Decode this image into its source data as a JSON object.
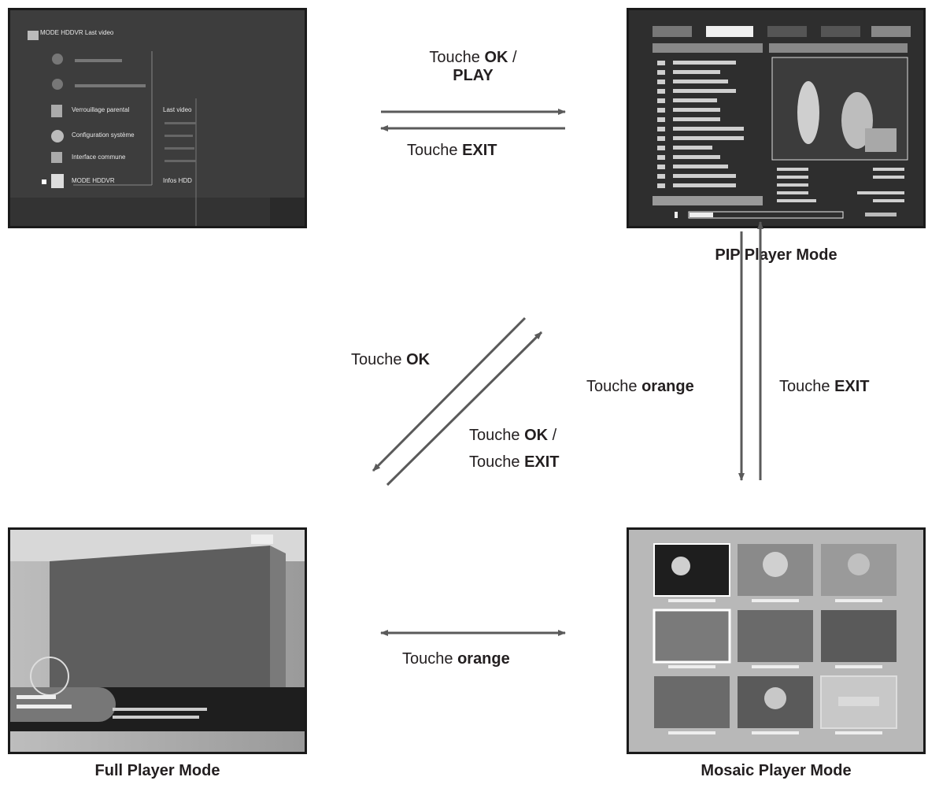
{
  "screens": {
    "menu": {
      "title": "MODE HDDVR Last video",
      "items": [
        "Verrouillage parental",
        "Configuration système",
        "Interface commune",
        "MODE HDDVR"
      ],
      "submenu": [
        "Last video",
        "Infos HDD"
      ]
    },
    "pip": {
      "caption": "PIP Player Mode"
    },
    "full": {
      "caption": "Full Player Mode"
    },
    "mosaic": {
      "caption": "Mosaic Player Mode"
    }
  },
  "transitions": {
    "menu_to_pip": {
      "prefix": "Touche ",
      "key": "OK",
      "suffix": " /",
      "line2": "PLAY"
    },
    "pip_to_menu": {
      "prefix": "Touche ",
      "key": "EXIT"
    },
    "pip_to_full": {
      "prefix": "Touche ",
      "key": "OK"
    },
    "full_to_pip": {
      "prefix1": "Touche ",
      "key1": "OK",
      "suffix1": " /",
      "prefix2": "Touche ",
      "key2": "EXIT"
    },
    "pip_to_mosaic": {
      "prefix": "Touche ",
      "key": "orange"
    },
    "mosaic_to_pip": {
      "prefix": "Touche ",
      "key": "EXIT"
    },
    "full_mosaic": {
      "prefix": "Touche ",
      "key": "orange"
    }
  },
  "colors": {
    "arrow": "#5a5a5a",
    "text": "#231f20"
  }
}
